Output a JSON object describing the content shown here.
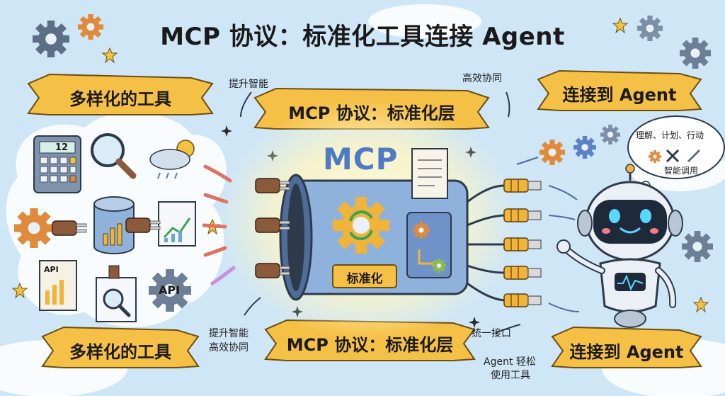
{
  "title": "MCP 协议：标准化工具连接 Agent",
  "banners": {
    "tools_top": "多样化的工具",
    "mcp_top": "MCP 协议：标准化层",
    "agent_top": "连接到 Agent",
    "tools_bottom": "多样化的工具",
    "mcp_bottom": "MCP 协议：标准化层",
    "agent_bottom": "连接到 Agent"
  },
  "notes": {
    "boost_top": "提升智能",
    "collab_top": "高效协同",
    "boost_bottom_1": "提升智能",
    "boost_bottom_2": "高效协同",
    "unified": "统一接口",
    "agent_easy_1": "Agent 轻松",
    "agent_easy_2": "使用工具"
  },
  "hub": {
    "label": "MCP",
    "badge": "标准化"
  },
  "thought": {
    "line1": "理解、计划、行动",
    "line2": "智能调用"
  },
  "tools": {
    "calc_display": "12",
    "api_doc": "API",
    "api_gear": "API"
  },
  "colors": {
    "banner": "#f5c046",
    "mcp_blue": "#4f7bc4",
    "sky": "#cfe6f6"
  }
}
